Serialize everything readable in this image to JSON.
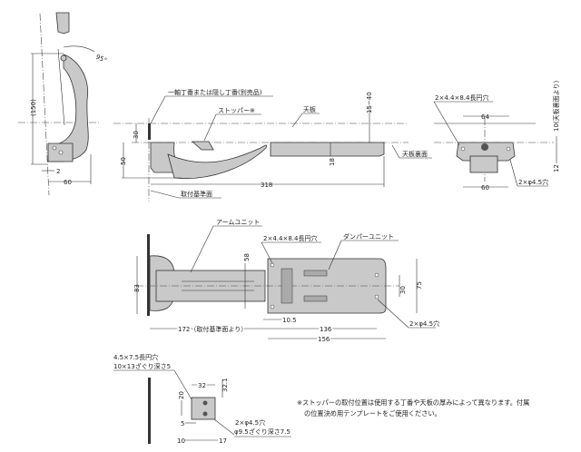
{
  "side_view": {
    "angle": "95°",
    "height": "(150)",
    "offset": "2",
    "depth": "60"
  },
  "front_view": {
    "hinge_label": "一軸丁番または隠し丁番(別売品)",
    "stopper_label": "ストッパー※",
    "top_board_label": "天板",
    "board_range": "15~40",
    "dim_30": "30",
    "dim_50": "50",
    "dim_18": "18",
    "board_back_label": "天板裏面",
    "dim_318": "318",
    "mount_ref_label": "取付基準面"
  },
  "end_view": {
    "slot_label": "2×4.4×8.4長円穴",
    "dim_64": "64",
    "dim_60": "60",
    "hole_label": "2×φ4.5穴",
    "dim_10": "10(天板裏面より)",
    "dim_12": "12"
  },
  "plan_view": {
    "arm_unit_label": "アームユニット",
    "slot_label": "2×4.4×8.4長円穴",
    "damper_unit_label": "ダンパーユニット",
    "dim_58": "58",
    "dim_83": "83",
    "dim_30": "30",
    "dim_75": "75",
    "dim_10_5": "10.5",
    "dim_172": "172（取付基準面より）",
    "dim_136": "136",
    "dim_156": "156",
    "hole_label": "2×φ4.5穴"
  },
  "stopper_view": {
    "slot_label_1": "4.5×7.5長円穴",
    "slot_label_2": "10×13ざぐり深さ5",
    "dim_32": "32",
    "dim_32_1": "32.1",
    "dim_20": "20",
    "dim_5": "5",
    "hole_label_1": "2×φ4.5穴",
    "hole_label_2": "φ9.5ざぐり深さ7.5",
    "dim_10": "10",
    "dim_17": "17"
  },
  "note": {
    "line1": "※ストッパーの取付位置は使用する丁番や天板の厚みによって異なります。付属",
    "line2": "の位置決め用テンプレートをご使用ください。"
  }
}
